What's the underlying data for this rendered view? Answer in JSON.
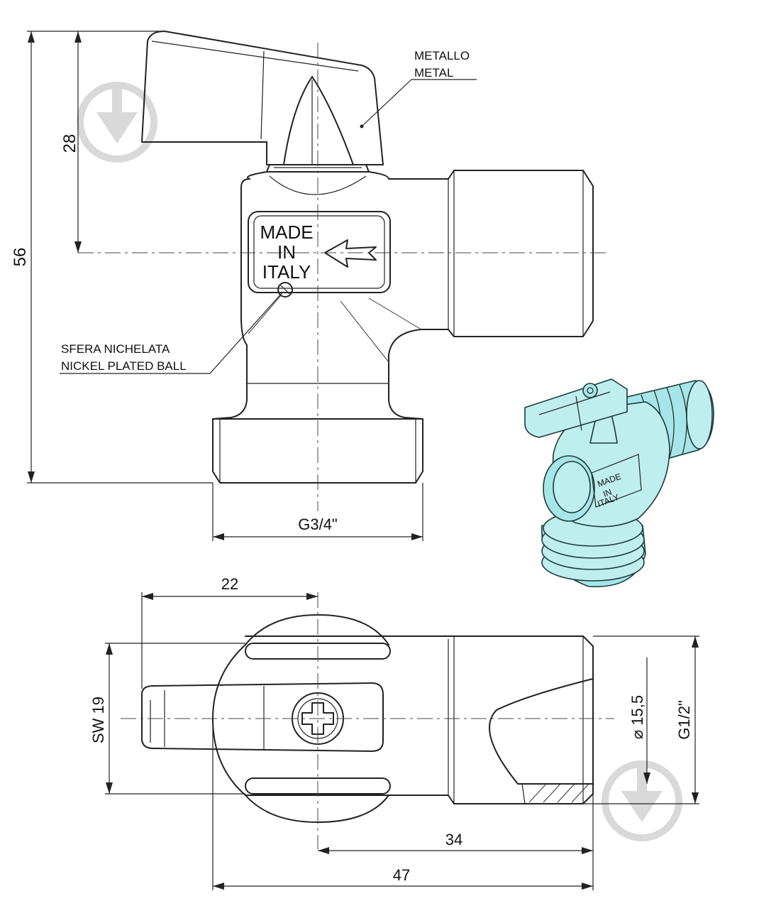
{
  "dimensions": {
    "height_total": "56",
    "handle_height": "28",
    "inlet_thread": "G3/4\"",
    "handle_reach": "22",
    "wrench_size": "SW 19",
    "bore": "⌀ 15,5",
    "outlet_thread": "G1/2\"",
    "center_to_outlet": "34",
    "overall_length": "47"
  },
  "labels": {
    "handle_material_it": "METALLO",
    "handle_material_en": "METAL",
    "ball_it": "SFERA NICHELATA",
    "ball_en": "NICKEL PLATED BALL"
  },
  "body_marking": {
    "line1": "MADE",
    "line2": "IN",
    "line3": "ITALY"
  },
  "render_marking": {
    "line1": "MADE",
    "line2": "IN",
    "line3": "ITALY"
  },
  "colors": {
    "render_fill": "#bfeeee",
    "line": "#222222",
    "watermark": "#d9d9d9"
  }
}
